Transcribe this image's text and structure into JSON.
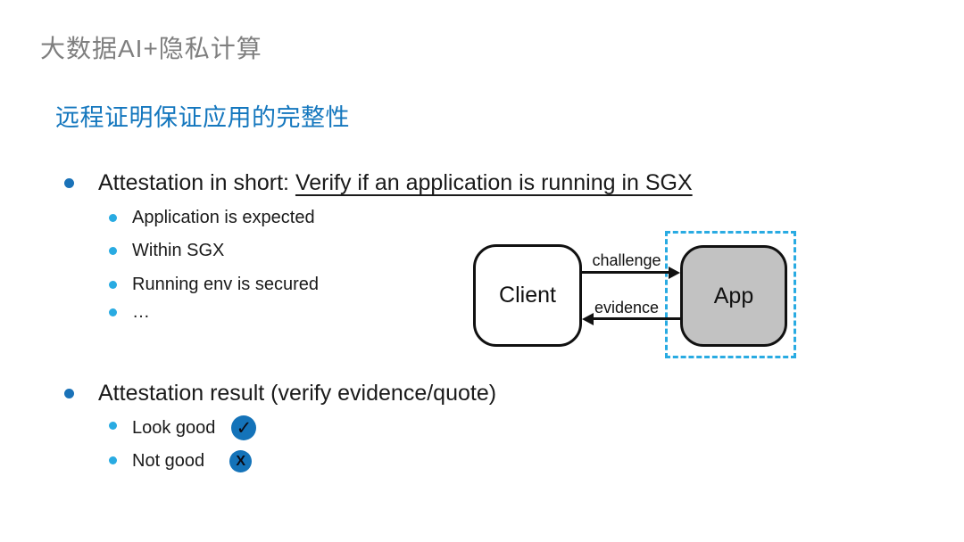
{
  "header": {
    "course_title": "大数据AI+隐私计算"
  },
  "slide": {
    "title": "远程证明保证应用的完整性"
  },
  "content": {
    "bullet1": {
      "prefix": "Attestation in short: ",
      "underlined": "Verify if an application is running in SGX",
      "subs": [
        "Application is expected",
        "Within SGX",
        "Running env is secured",
        "…"
      ]
    },
    "bullet2": {
      "text": "Attestation result (verify evidence/quote)",
      "subs": [
        {
          "label": "Look good",
          "icon": "check-circle-icon",
          "glyph": "✓"
        },
        {
          "label": "Not good",
          "icon": "x-circle-icon",
          "glyph": "X"
        }
      ]
    }
  },
  "diagram": {
    "client_box_label": "Client",
    "app_box_label": "App",
    "top_arrow_label": "challenge",
    "bottom_arrow_label": "evidence"
  },
  "colors": {
    "header_gray": "#7f7f7f",
    "title_blue": "#1477be",
    "level1_bullet_blue": "#1a72b8",
    "level2_bullet_cyan": "#29abe2",
    "enclave_dashed_cyan": "#29abe2",
    "result_icon_blue": "#1473b9",
    "app_box_fill_gray": "#c2c2c2",
    "body_text_black": "#1a1a1a"
  }
}
